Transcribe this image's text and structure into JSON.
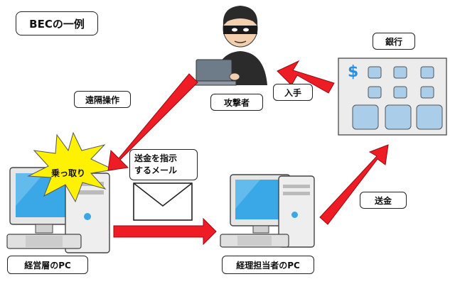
{
  "title": "BECの一例",
  "nodes": {
    "attacker": "攻撃者",
    "bank": "銀行",
    "exec_pc": "経営層のPC",
    "accounting_pc": "経理担当者のPC"
  },
  "edges": {
    "remote_control": "遠隔操作",
    "acquire": "入手",
    "transfer": "送金",
    "instruction_line1": "送金を指示",
    "instruction_line2": "するメール"
  },
  "burst_text": "乗っ取り",
  "bank_sign": "$",
  "colors": {
    "arrow": "#ee1c24",
    "arrow_edge": "#9a0a10",
    "burst": "#fff200",
    "screen": "#3aa7e6",
    "bank_panel": "#aacdea"
  }
}
